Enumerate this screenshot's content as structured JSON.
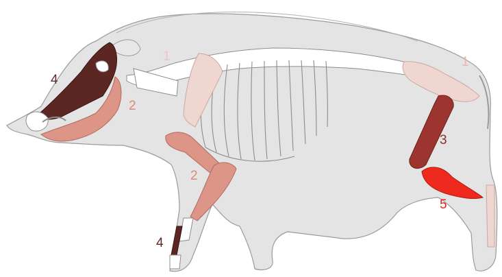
{
  "labels": [
    {
      "id": "skull",
      "text": "4",
      "color": "#5a2a24"
    },
    {
      "id": "mandible",
      "text": "2",
      "color": "#d98a7a"
    },
    {
      "id": "pelvis-front",
      "text": "1",
      "color": "#e8c8c0"
    },
    {
      "id": "pelvis-rear",
      "text": "1",
      "color": "#e8b8ae"
    },
    {
      "id": "humerus",
      "text": "2",
      "color": "#d98a7a"
    },
    {
      "id": "femur",
      "text": "3",
      "color": "#8e2e28"
    },
    {
      "id": "tibia",
      "text": "5",
      "color": "#e8221a"
    },
    {
      "id": "metapodial",
      "text": "4",
      "color": "#5a2a24"
    }
  ],
  "colors": {
    "body": "#e4e4e4",
    "outline": "#9a9a9a",
    "bone": "#ffffff",
    "bone_outline": "#8c8c8c",
    "cat1": "#efd6d0",
    "cat2": "#dd9588",
    "cat3": "#9c3530",
    "cat4": "#5c2622",
    "cat5": "#ee2a1e"
  }
}
